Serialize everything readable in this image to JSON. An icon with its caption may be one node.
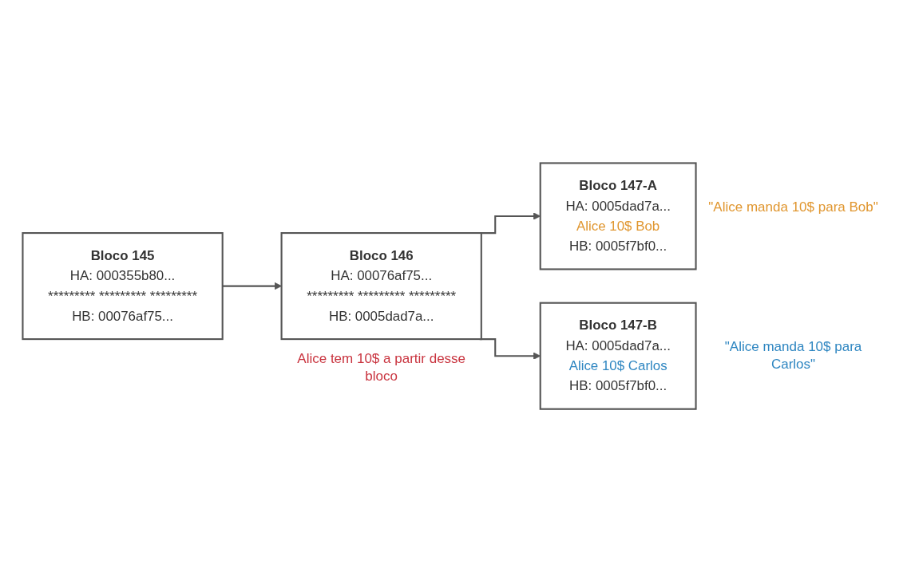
{
  "diagram": {
    "nodes": [
      {
        "text": [
          "Bloco 145",
          "HA: 000355b80...",
          "********* ********* *********",
          "HB: 00076af75..."
        ]
      },
      {
        "text": [
          "Bloco 146",
          "HA: 00076af75...",
          "********* ********* *********",
          "HB: 0005dad7a..."
        ],
        "beside": [
          "Alice tem 10$ a partir desse bloco"
        ]
      },
      {
        "text": [
          "Bloco 147-A",
          "HA: 0005dad7a...",
          "Alice 10$ Bob",
          "HB: 0005f7bf0..."
        ],
        "beside": [
          "\"Alice manda 10$ para Bob\""
        ]
      },
      {
        "text": [
          "Bloco 147-B",
          "HA: 0005dad7a...",
          "Alice 10$ Carlos",
          "HB: 0005f7bf0..."
        ],
        "beside": [
          "\"Alice manda 10$ para Carlos\""
        ]
      }
    ],
    "edges": [
      {
        "from": 0,
        "to": 1,
        "arrow": "to"
      },
      {
        "from": 1,
        "to": 2,
        "arrow": "to"
      },
      {
        "from": 1,
        "to": 3,
        "arrow": "to"
      }
    ]
  }
}
